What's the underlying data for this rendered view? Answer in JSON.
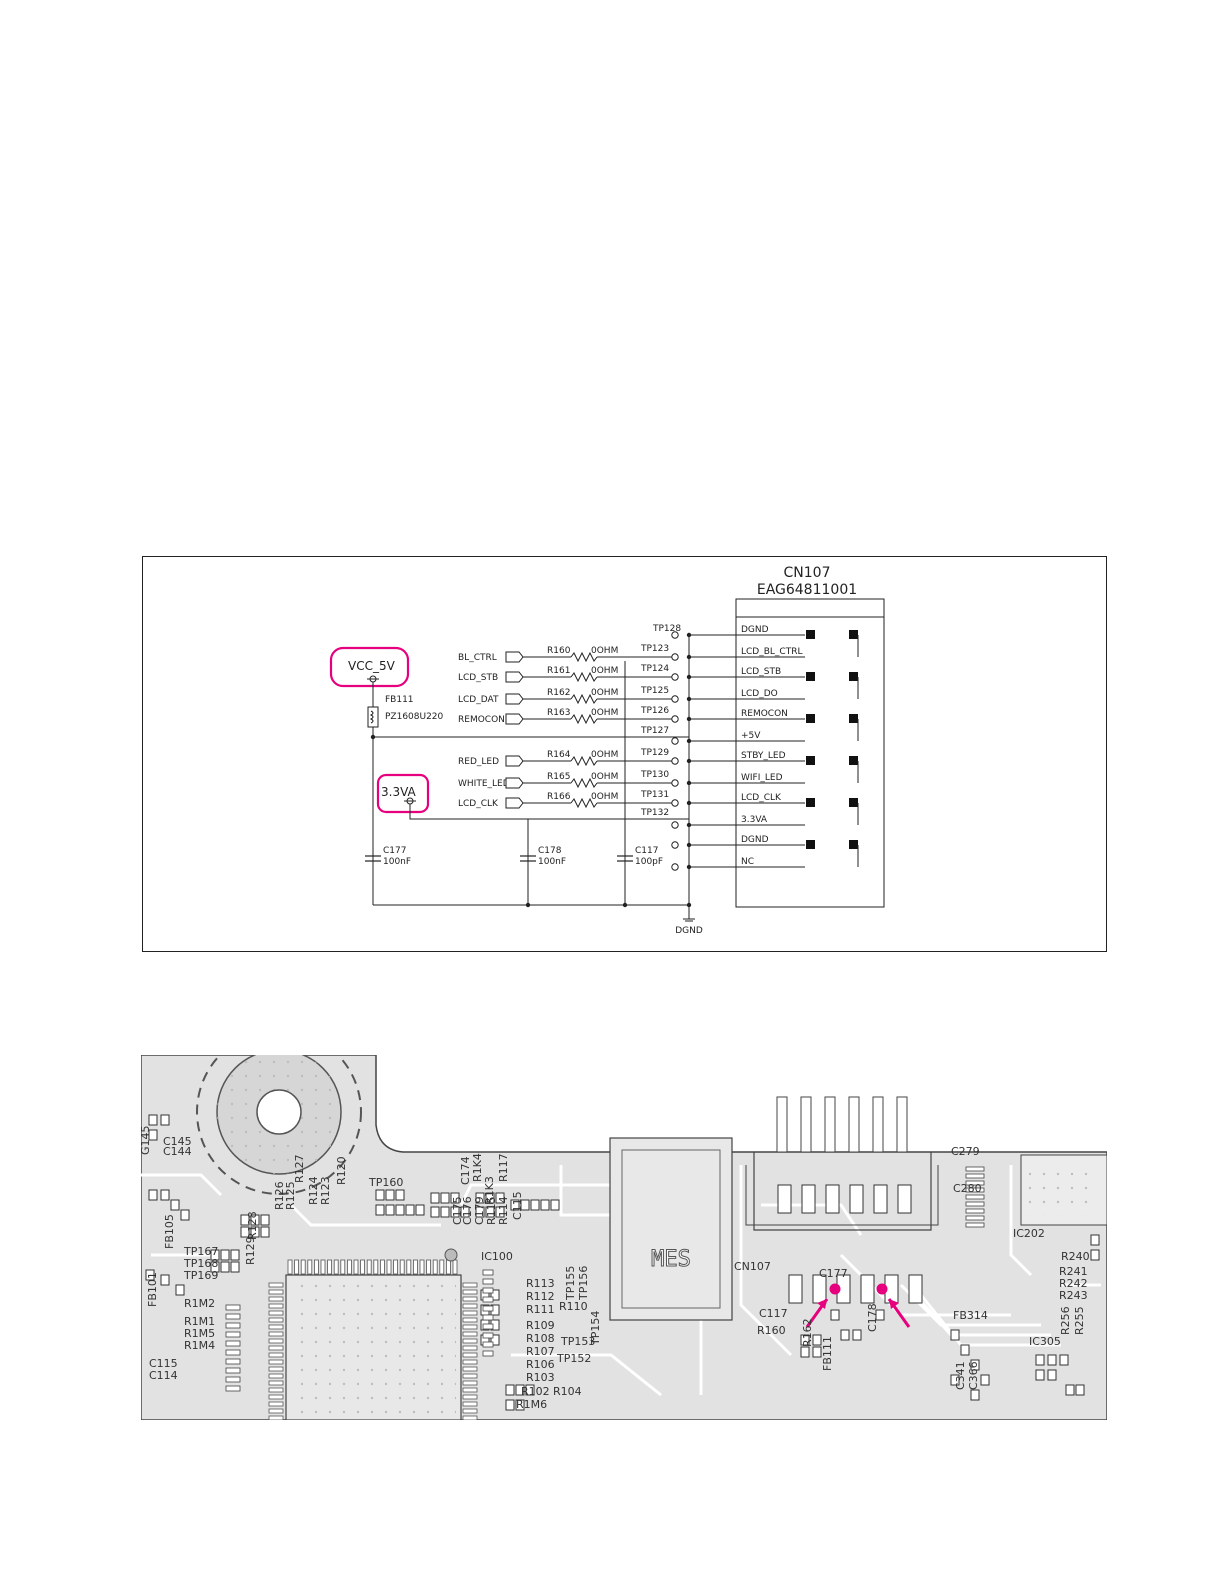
{
  "schematic": {
    "connector": {
      "ref": "CN107",
      "part": "EAG64811001"
    },
    "power_labels": {
      "vcc": "VCC_5V",
      "v33": "3.3VA",
      "gnd": "DGND"
    },
    "ferrite": {
      "ref": "FB111",
      "value": "PZ1608U220"
    },
    "capacitors": [
      {
        "ref": "C177",
        "value": "100nF"
      },
      {
        "ref": "C178",
        "value": "100nF"
      },
      {
        "ref": "C117",
        "value": "100pF"
      }
    ],
    "signals": [
      {
        "net": "BL_CTRL",
        "res": "R160",
        "rval": "0OHM",
        "tp": "TP123"
      },
      {
        "net": "LCD_STB",
        "res": "R161",
        "rval": "0OHM",
        "tp": "TP124"
      },
      {
        "net": "LCD_DAT",
        "res": "R162",
        "rval": "0OHM",
        "tp": "TP125"
      },
      {
        "net": "REMOCON",
        "res": "R163",
        "rval": "0OHM",
        "tp": "TP126"
      },
      {
        "net": "RED_LED",
        "res": "R164",
        "rval": "0OHM",
        "tp": "TP129"
      },
      {
        "net": "WHITE_LED",
        "res": "R165",
        "rval": "0OHM",
        "tp": "TP130"
      },
      {
        "net": "LCD_CLK",
        "res": "R166",
        "rval": "0OHM",
        "tp": "TP131"
      }
    ],
    "extra_tps": {
      "top": "TP128",
      "plus5": "TP127",
      "v33": "TP132"
    },
    "pins": [
      "DGND",
      "LCD_BL_CTRL",
      "LCD_STB",
      "LCD_DO",
      "REMOCON",
      "+5V",
      "STBY_LED",
      "WIFI_LED",
      "LCD_CLK",
      "3.3VA",
      "DGND",
      "NC"
    ]
  },
  "pcb": {
    "chip_label": "MES",
    "labels": {
      "cn107": "CN107",
      "c117": "C117",
      "r160": "R160",
      "r162": "R162",
      "fb111": "FB111",
      "c177": "C177",
      "c178": "C178",
      "c279": "C279",
      "c280": "C280",
      "ic202": "IC202",
      "r240": "R240",
      "r241": "R241",
      "r242": "R242",
      "r243": "R243",
      "r256": "R256",
      "r255": "R255",
      "fb314": "FB314",
      "ic305": "IC305",
      "c341": "C341",
      "c366": "C366",
      "tp160": "TP160",
      "ic100": "IC100",
      "tp155": "TP155",
      "tp156": "TP156",
      "tp154": "TP154",
      "tp153": "TP153",
      "tp152": "TP152",
      "r113": "R113",
      "r112": "R112",
      "r111": "R111",
      "r110": "R110",
      "r109": "R109",
      "r108": "R108",
      "r107": "R107",
      "r106": "R106",
      "r103": "R103",
      "r102": "R102",
      "r104": "R104",
      "r1m6": "R1M6",
      "r126": "R126",
      "r125": "R125",
      "r127": "R127",
      "r124": "R124",
      "r123": "R123",
      "r120": "R120",
      "r128": "R128",
      "r129": "R129",
      "c174": "C174",
      "c175": "C175",
      "c176": "C176",
      "c179": "C179",
      "r1k4": "R1K4",
      "r1k3": "R1K3",
      "r115": "R115",
      "r114": "R114",
      "r117": "R117",
      "c115a": "C115",
      "tp167": "TP167",
      "tp168": "TP168",
      "tp169": "TP169",
      "fb105": "FB105",
      "fb101": "FB101",
      "r1m2": "R1M2",
      "r1m1": "R1M1",
      "r1m5": "R1M5",
      "r1m4": "R1M4",
      "c115": "C115",
      "c114": "C114",
      "c145": "C145",
      "c144": "C144",
      "g145": "G145"
    }
  },
  "colors": {
    "highlight": "#e6007e",
    "board": "#e2e2e2",
    "ink": "#222222",
    "trace": "#ffffff"
  }
}
